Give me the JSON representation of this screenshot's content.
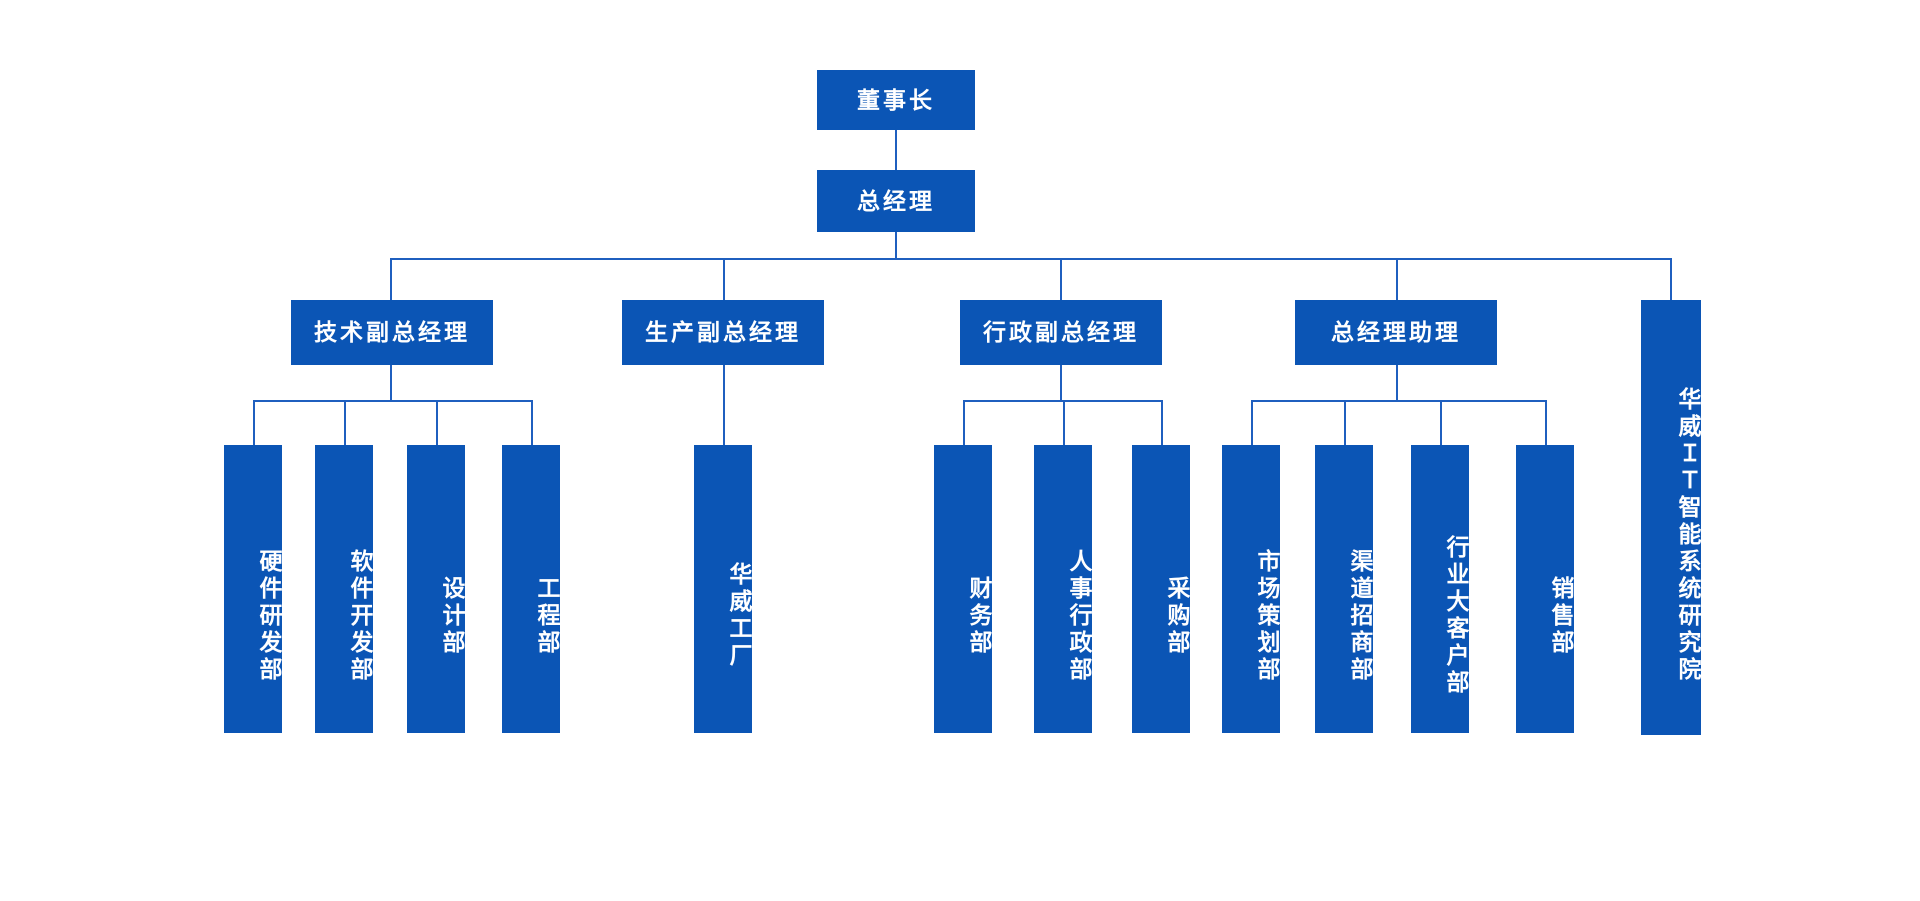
{
  "chart_title": "",
  "theme": {
    "box_fill": "#0B55B5",
    "box_text": "#FFFFFF",
    "connector": "#1F5FBF",
    "background": "#FFFFFF"
  },
  "nodes": {
    "chairman": {
      "label": "董事长"
    },
    "general_manager": {
      "label": "总经理"
    },
    "level2": [
      {
        "id": "tech-vp",
        "label": "技术副总经理"
      },
      {
        "id": "prod-vp",
        "label": "生产副总经理"
      },
      {
        "id": "admin-vp",
        "label": "行政副总经理"
      },
      {
        "id": "gm-assist",
        "label": "总经理助理"
      }
    ],
    "research_institute": {
      "label": "华威ＩＴ智能系统研究院"
    },
    "tech_children": [
      {
        "id": "hardware-rd",
        "label": "硬件研发部"
      },
      {
        "id": "software-dev",
        "label": "软件开发部"
      },
      {
        "id": "design",
        "label": "设计部"
      },
      {
        "id": "engineering",
        "label": "工程部"
      }
    ],
    "prod_children": [
      {
        "id": "huawei-factory",
        "label": "华威工厂"
      }
    ],
    "admin_children": [
      {
        "id": "finance",
        "label": "财务部"
      },
      {
        "id": "hr-admin",
        "label": "人事行政部"
      },
      {
        "id": "purchasing",
        "label": "采购部"
      }
    ],
    "gm_assist_children": [
      {
        "id": "marketing",
        "label": "市场策划部"
      },
      {
        "id": "channel",
        "label": "渠道招商部"
      },
      {
        "id": "key-account",
        "label": "行业大客户部"
      },
      {
        "id": "sales",
        "label": "销售部"
      }
    ]
  }
}
